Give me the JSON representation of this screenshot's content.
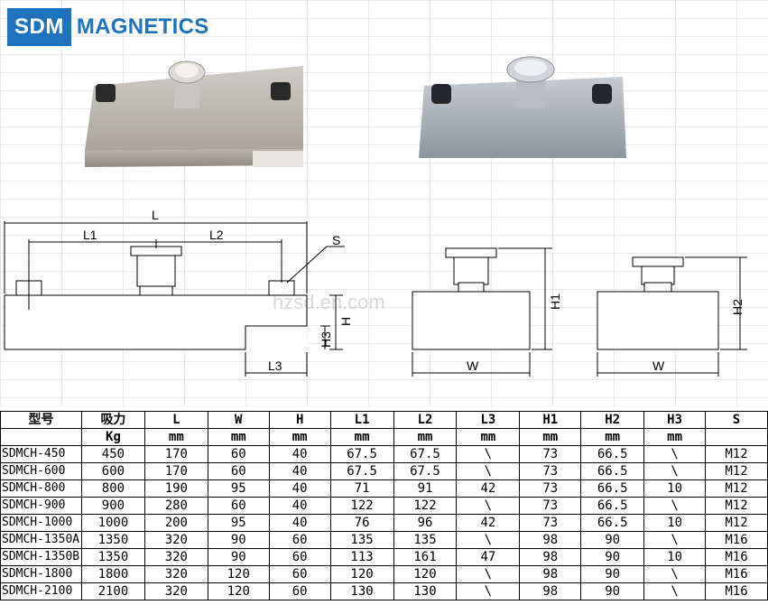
{
  "logo": {
    "box_text": "SDM",
    "text": "MAGNETICS",
    "color": "#1d73bd"
  },
  "watermark": "hzsd.en.com",
  "diagram_labels": {
    "L": "L",
    "L1": "L1",
    "L2": "L2",
    "S": "S",
    "H": "H",
    "H3": "H3",
    "L3": "L3",
    "H1": "H1",
    "W1": "W",
    "H2": "H2",
    "W2": "W"
  },
  "table": {
    "headers": [
      "型号",
      "吸力",
      "L",
      "W",
      "H",
      "L1",
      "L2",
      "L3",
      "H1",
      "H2",
      "H3",
      "S"
    ],
    "units": [
      "",
      "Kg",
      "mm",
      "mm",
      "mm",
      "mm",
      "mm",
      "mm",
      "mm",
      "mm",
      "mm",
      ""
    ],
    "rows": [
      [
        "SDMCH-450",
        "450",
        "170",
        "60",
        "40",
        "67.5",
        "67.5",
        "\\",
        "73",
        "66.5",
        "\\",
        "M12"
      ],
      [
        "SDMCH-600",
        "600",
        "170",
        "60",
        "40",
        "67.5",
        "67.5",
        "\\",
        "73",
        "66.5",
        "\\",
        "M12"
      ],
      [
        "SDMCH-800",
        "800",
        "190",
        "95",
        "40",
        "71",
        "91",
        "42",
        "73",
        "66.5",
        "10",
        "M12"
      ],
      [
        "SDMCH-900",
        "900",
        "280",
        "60",
        "40",
        "122",
        "122",
        "\\",
        "73",
        "66.5",
        "\\",
        "M12"
      ],
      [
        "SDMCH-1000",
        "1000",
        "200",
        "95",
        "40",
        "76",
        "96",
        "42",
        "73",
        "66.5",
        "10",
        "M12"
      ],
      [
        "SDMCH-1350A",
        "1350",
        "320",
        "90",
        "60",
        "135",
        "135",
        "\\",
        "98",
        "90",
        "\\",
        "M16"
      ],
      [
        "SDMCH-1350B",
        "1350",
        "320",
        "90",
        "60",
        "113",
        "161",
        "47",
        "98",
        "90",
        "10",
        "M16"
      ],
      [
        "SDMCH-1800",
        "1800",
        "320",
        "120",
        "60",
        "120",
        "120",
        "\\",
        "98",
        "90",
        "\\",
        "M16"
      ],
      [
        "SDMCH-2100",
        "2100",
        "320",
        "120",
        "60",
        "130",
        "130",
        "\\",
        "98",
        "90",
        "\\",
        "M16"
      ]
    ]
  }
}
